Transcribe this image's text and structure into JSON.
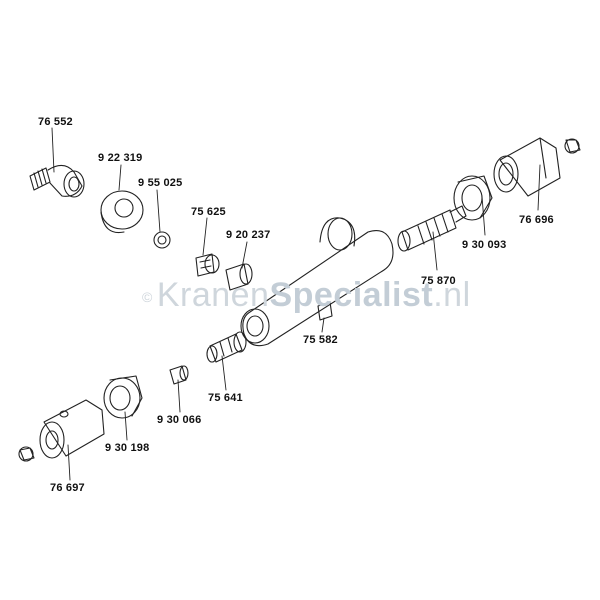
{
  "labels": {
    "p76552": "76 552",
    "p922319": "9 22 319",
    "p955025": "9 55 025",
    "p75625": "75 625",
    "p920237": "9 20 237",
    "p75870": "75 870",
    "p930093": "9 30 093",
    "p76696": "76 696",
    "p75582": "75 582",
    "p75641": "75 641",
    "p930066": "9 30 066",
    "p930198": "9 30 198",
    "p76697": "76 697"
  },
  "watermark": {
    "symbol": "©",
    "part1": "Kranen",
    "part2": "Specialist",
    "part3": ".nl"
  },
  "colors": {
    "line": "#222222",
    "watermark": "#cfd6dc"
  }
}
